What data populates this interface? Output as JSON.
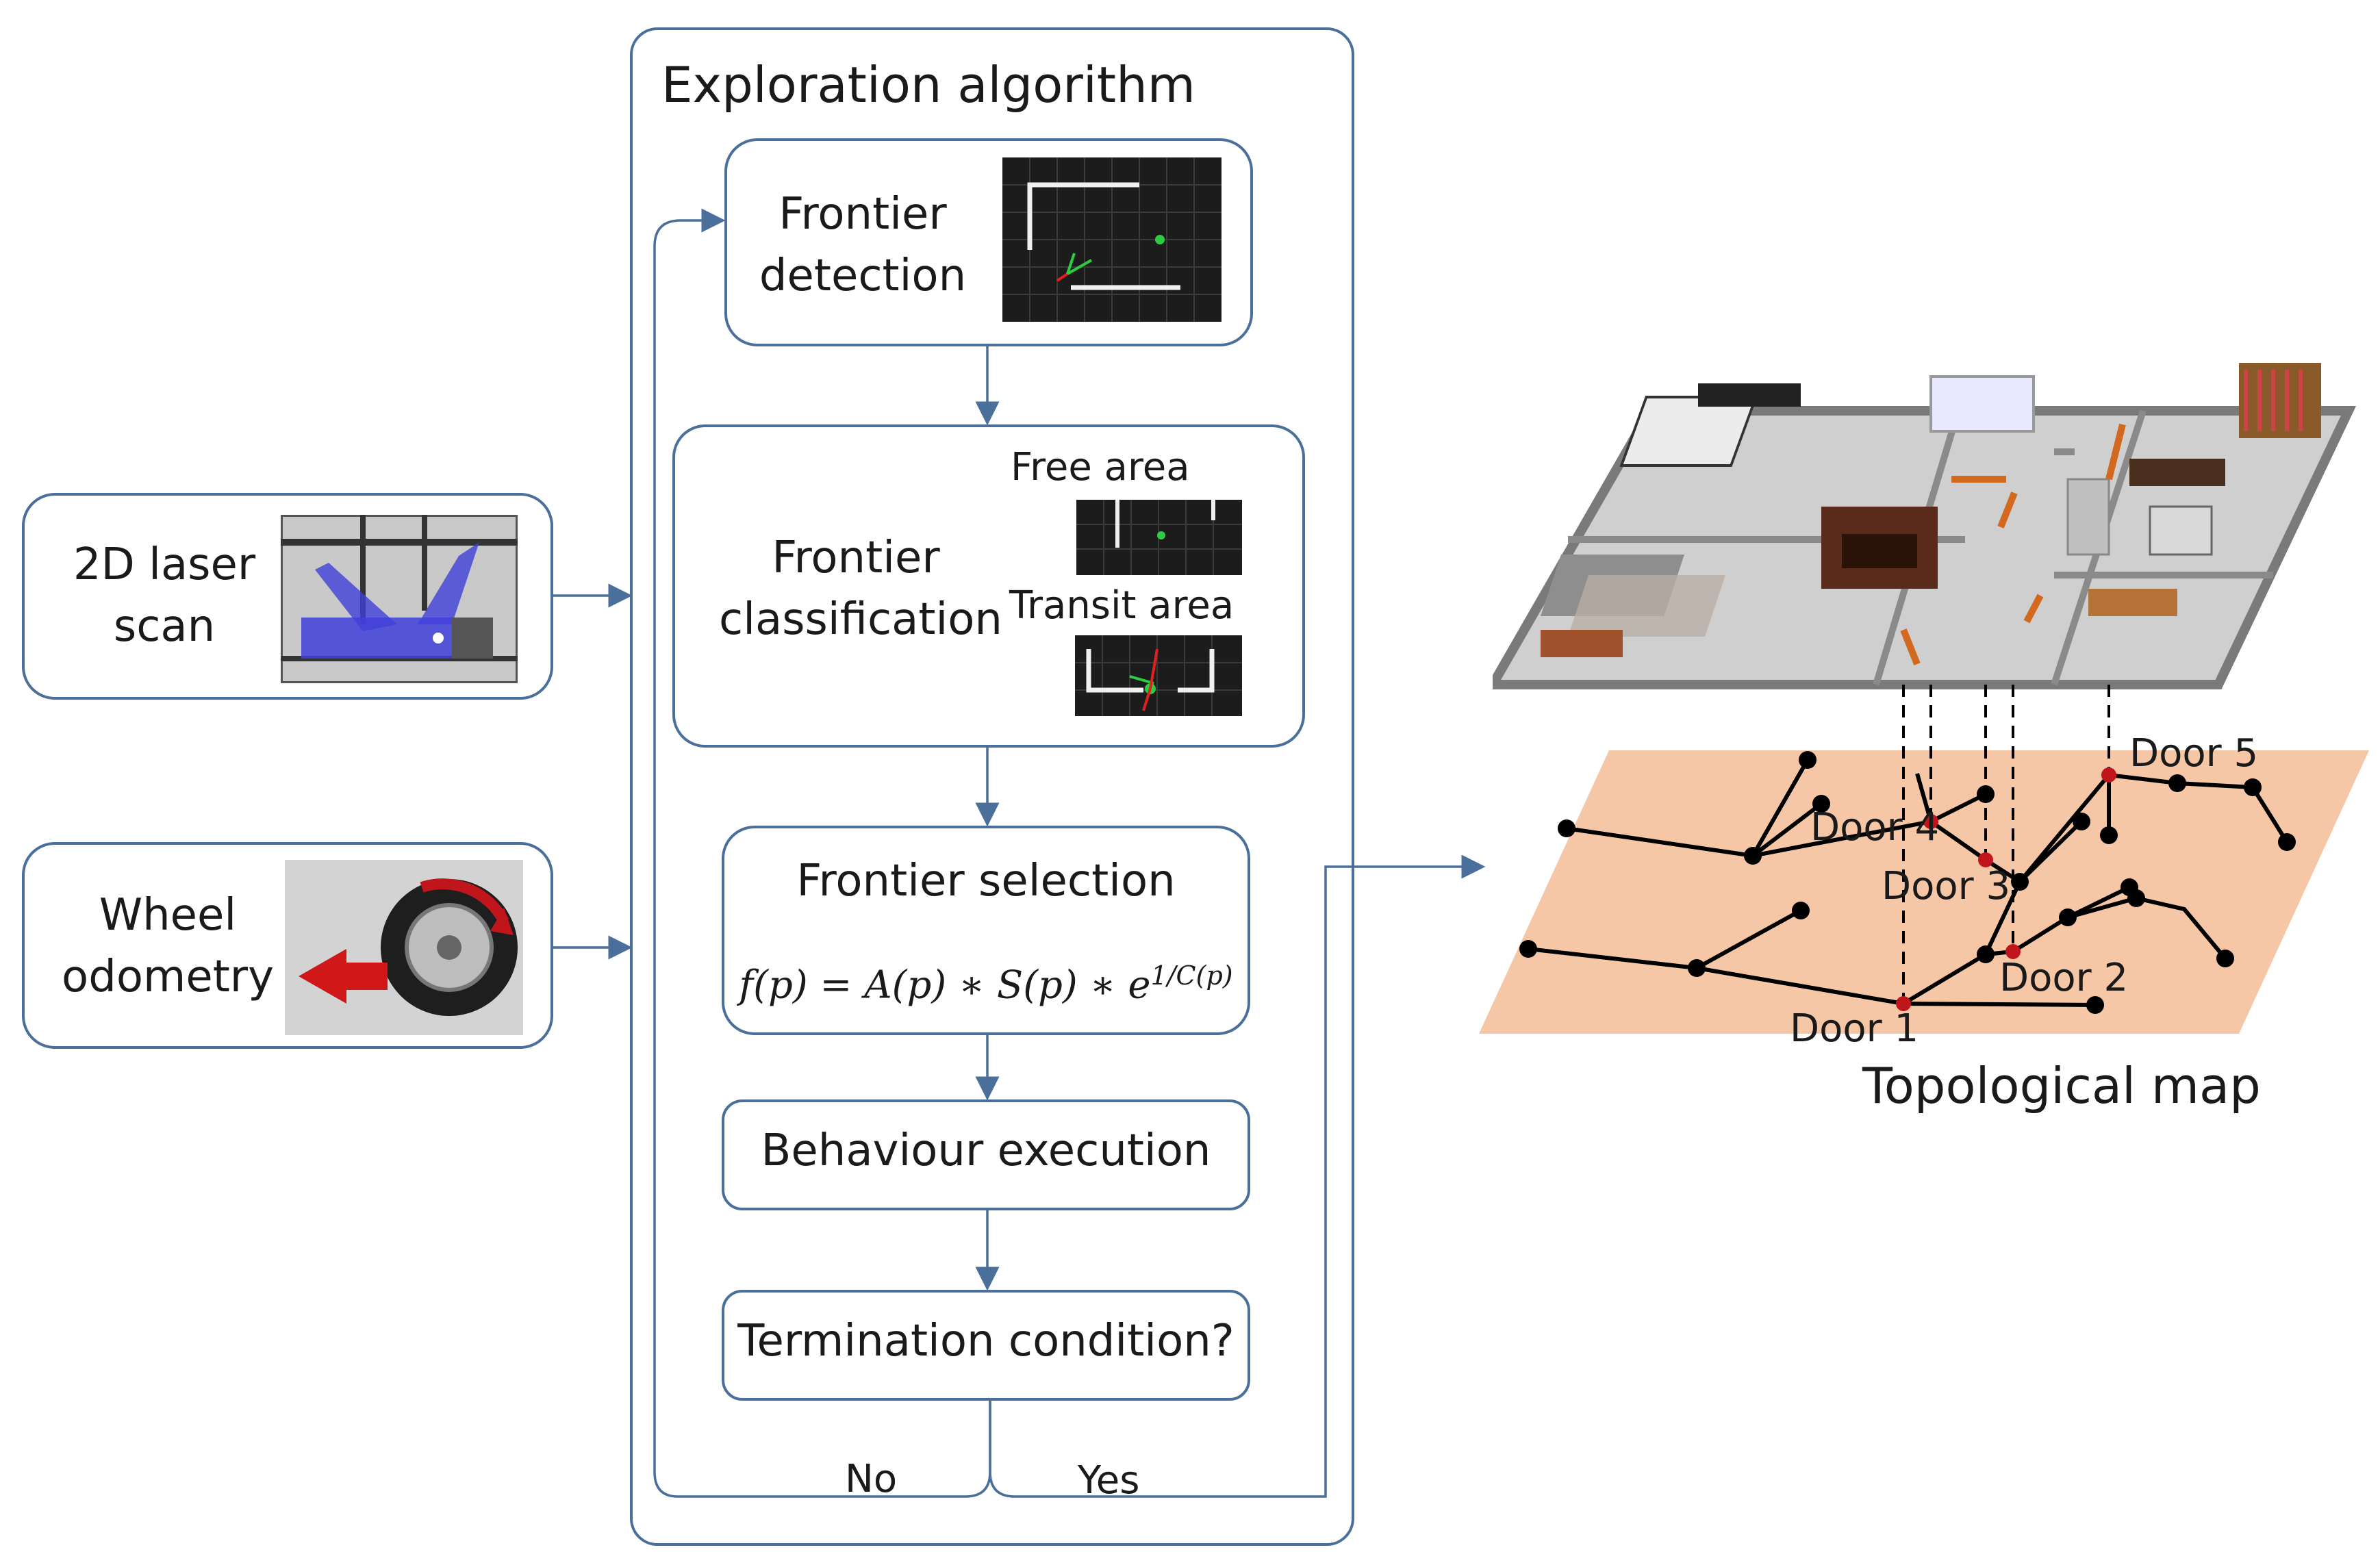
{
  "inputs": {
    "laser": {
      "label_line1": "2D laser",
      "label_line2": "scan"
    },
    "odometry": {
      "label_line1": "Wheel",
      "label_line2": "odometry"
    }
  },
  "algorithm": {
    "title": "Exploration algorithm",
    "detection": {
      "line1": "Frontier",
      "line2": "detection"
    },
    "classification": {
      "line1": "Frontier",
      "line2": "classification",
      "free_area": "Free area",
      "transit_area": "Transit area"
    },
    "selection": {
      "title": "Frontier selection",
      "formula_lhs": "f(p) = A(p) ∗ S(p) ∗ e",
      "formula_exp": "1/C(p)"
    },
    "behaviour": "Behaviour execution",
    "termination": "Termination condition?",
    "no_label": "No",
    "yes_label": "Yes"
  },
  "map": {
    "caption": "Topological map",
    "doors": [
      "Door 1",
      "Door 2",
      "Door 3",
      "Door 4",
      "Door 5"
    ]
  },
  "colors": {
    "box_border": "#4a6f9a",
    "arrow": "#4a6f9a",
    "topo_plane": "#f6c7a6",
    "door_node": "#c0161b",
    "node": "#000000",
    "floor": "#cfcfcf",
    "wall": "#7a7a7a"
  }
}
